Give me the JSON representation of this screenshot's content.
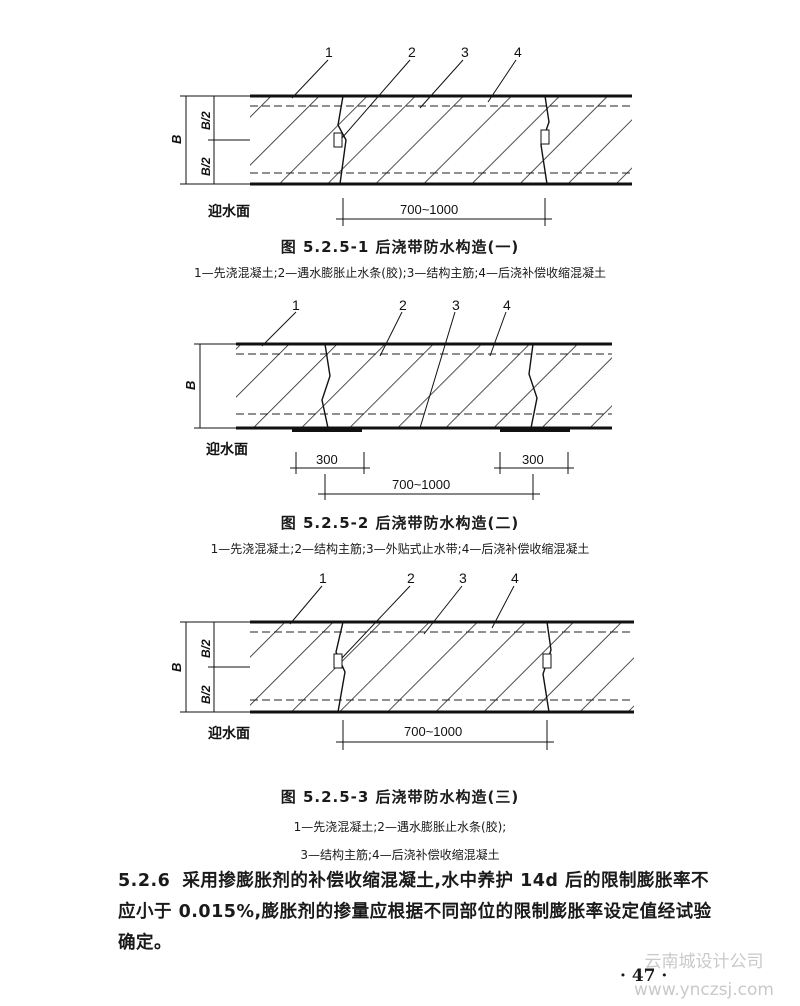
{
  "figure1": {
    "labels": [
      "1",
      "2",
      "3",
      "4"
    ],
    "dim_b": "B",
    "dim_half": "B/2",
    "dim_width": "700~1000",
    "face": "迎水面",
    "caption": "图 5.2.5-1   后浇带防水构造(一)",
    "legend": "1—先浇混凝土;2—遇水膨胀止水条(胶);3—结构主筋;4—后浇补偿收缩混凝土"
  },
  "figure2": {
    "labels": [
      "1",
      "2",
      "3",
      "4"
    ],
    "dim_b": "B",
    "dim_300_left": "300",
    "dim_300_right": "300",
    "dim_width": "700~1000",
    "face": "迎水面",
    "caption": "图 5.2.5-2   后浇带防水构造(二)",
    "legend": "1—先浇混凝土;2—结构主筋;3—外贴式止水带;4—后浇补偿收缩混凝土"
  },
  "figure3": {
    "labels": [
      "1",
      "2",
      "3",
      "4"
    ],
    "dim_b": "B",
    "dim_half": "B/2",
    "dim_width": "700~1000",
    "face": "迎水面",
    "caption": "图 5.2.5-3   后浇带防水构造(三)",
    "legend_line1": "1—先浇混凝土;2—遇水膨胀止水条(胶);",
    "legend_line2": "3—结构主筋;4—后浇补偿收缩混凝土"
  },
  "clause": {
    "number": "5.2.6",
    "text": "采用掺膨胀剂的补偿收缩混凝土,水中养护 14d 后的限制膨胀率不应小于 0.015%,膨胀剂的掺量应根据不同部位的限制膨胀率设定值经试验确定。"
  },
  "page_number": "· 47 ·",
  "watermark": {
    "line1": "云南城设计公司",
    "line2": "www.ynczsj.com"
  }
}
